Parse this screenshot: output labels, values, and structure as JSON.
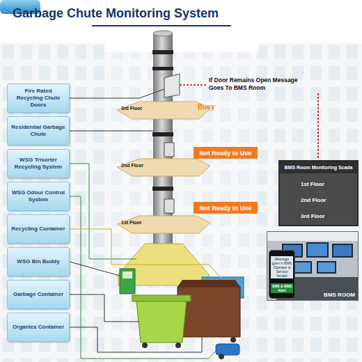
{
  "diagram": {
    "title": "Garbage Chute Monitoring System",
    "nodes": [
      {
        "text": [
          "Fire Rated Recycling Chute Doors"
        ]
      },
      {
        "text": [
          "Residential Garbage Chute"
        ]
      },
      {
        "text": [
          "WSG Trisorter Recycling System"
        ]
      },
      {
        "text": [
          "WSG Odour Control System"
        ]
      },
      {
        "text": [
          "Recycling Container"
        ]
      },
      {
        "text": [
          "WSG Bin Buddy"
        ]
      },
      {
        "text": [
          "Garbage Container"
        ]
      },
      {
        "text": [
          "Organics Container"
        ]
      },
      {
        "text": [
          "Not Ready to Use"
        ]
      },
      {
        "text": [
          "Not Ready to Use"
        ]
      },
      {
        "text": [
          "BMS Room Monitoring Scada",
          "1st Floor",
          "2nd Floor",
          "3rd Floor"
        ]
      },
      {
        "text": [
          "BMS ROOM"
        ]
      },
      {
        "text": [
          "Message goes in BMS Operator & Service Vendor",
          "SMS & BMS Alert"
        ],
        "in": 11
      }
    ],
    "labels": [
      "If Door Remains Open Message Goes To BMS Room",
      "Busy",
      "3rd Floor",
      "2nd Floor",
      "1st Floor"
    ]
  }
}
